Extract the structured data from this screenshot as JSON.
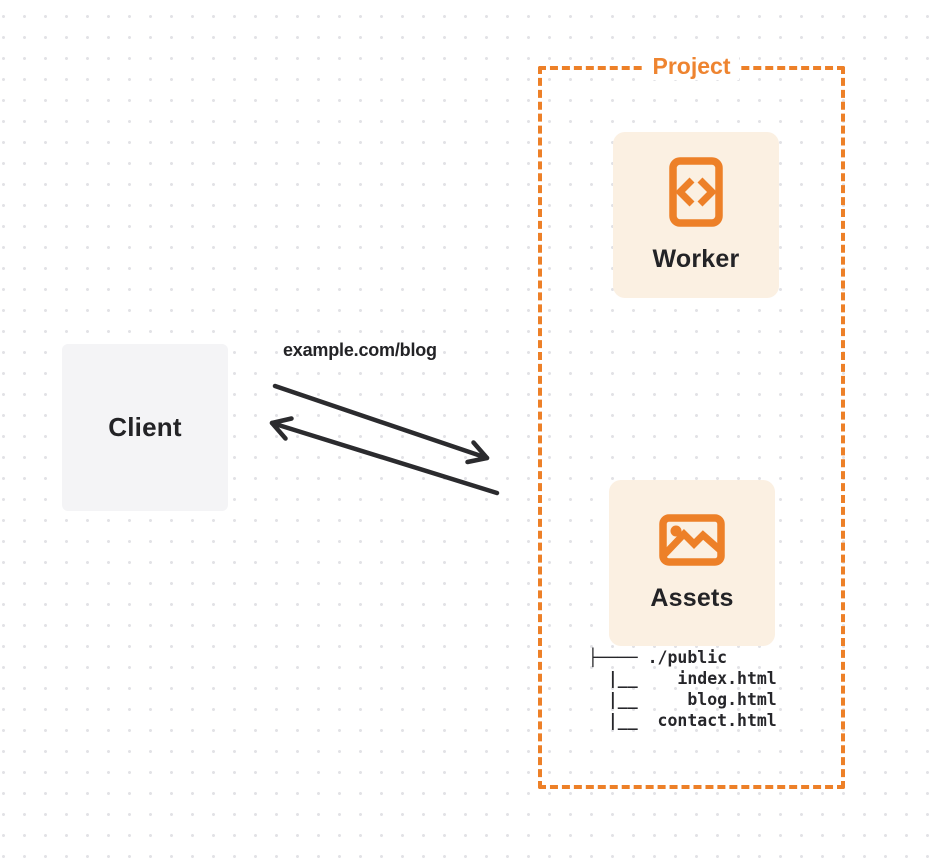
{
  "client": {
    "label": "Client"
  },
  "request": {
    "label": "example.com/blog"
  },
  "project": {
    "label": "Project",
    "nodes": [
      {
        "label": "Worker",
        "icon": "code-file-icon"
      },
      {
        "label": "Assets",
        "icon": "image-icon"
      }
    ],
    "file_tree_lines": [
      "├──── ./public",
      "  |__    index.html",
      "  |__     blog.html",
      "  |__  contact.html"
    ]
  },
  "colors": {
    "accent_orange": "#ed8028",
    "card_cream": "#fbf0e2",
    "client_gray": "#f4f4f6",
    "ink": "#232326",
    "grid_dot": "#e2e2e6"
  }
}
